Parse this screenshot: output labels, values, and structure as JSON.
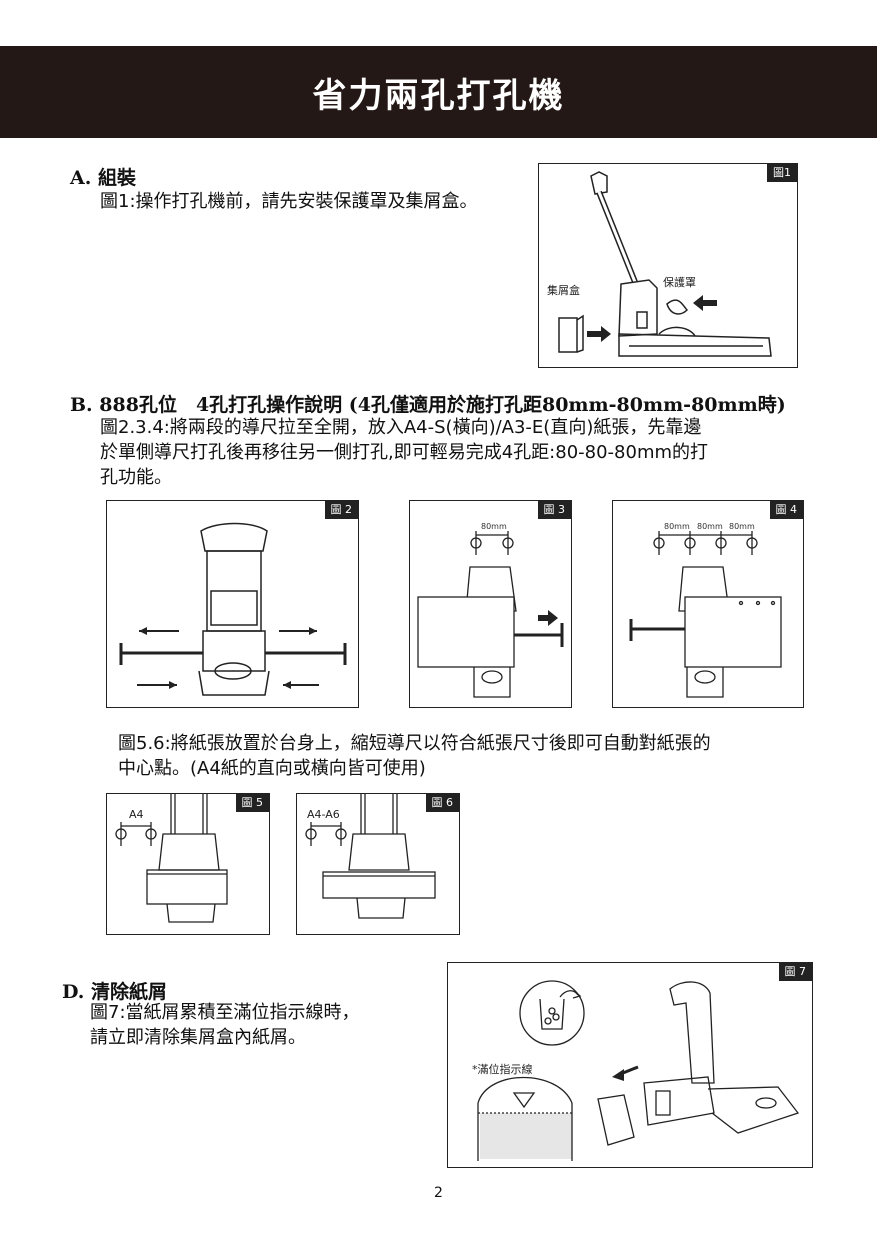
{
  "header": {
    "title": "省力兩孔打孔機"
  },
  "sectionA": {
    "heading": "A. 組裝",
    "text": "圖1:操作打孔機前，請先安裝保護罩及集屑盒。"
  },
  "fig1": {
    "tag": "圖1",
    "label_box": "集屑盒",
    "label_cover": "保護罩"
  },
  "sectionB": {
    "heading": "B. 888孔位　4孔打孔操作說明 (4孔僅適用於施打孔距80mm-80mm-80mm時)",
    "lines": [
      "圖2.3.4:將兩段的導尺拉至全開，放入A4-S(橫向)/A3-E(直向)紙張，先靠邊",
      "於單側導尺打孔後再移往另一側打孔,即可輕易完成4孔距:80-80-80mm的打",
      "孔功能。"
    ]
  },
  "fig2": {
    "tag": "圖 2"
  },
  "fig3": {
    "tag": "圖 3",
    "dim": "80mm"
  },
  "fig4": {
    "tag": "圖 4",
    "dims": [
      "80mm",
      "80mm",
      "80mm"
    ]
  },
  "section56": {
    "lines": [
      "圖5.6:將紙張放置於台身上，縮短導尺以符合紙張尺寸後即可自動對紙張的",
      "中心點。(A4紙的直向或橫向皆可使用)"
    ]
  },
  "fig5": {
    "tag": "圖 5",
    "paper": "A4"
  },
  "fig6": {
    "tag": "圖 6",
    "paper": "A4-A6"
  },
  "sectionD": {
    "heading": "D. 清除紙屑",
    "lines": [
      "圖7:當紙屑累積至滿位指示線時，",
      "請立即清除集屑盒內紙屑。"
    ]
  },
  "fig7": {
    "tag": "圖 7",
    "label_full": "*滿位指示線"
  },
  "footer": {
    "page": "2"
  }
}
